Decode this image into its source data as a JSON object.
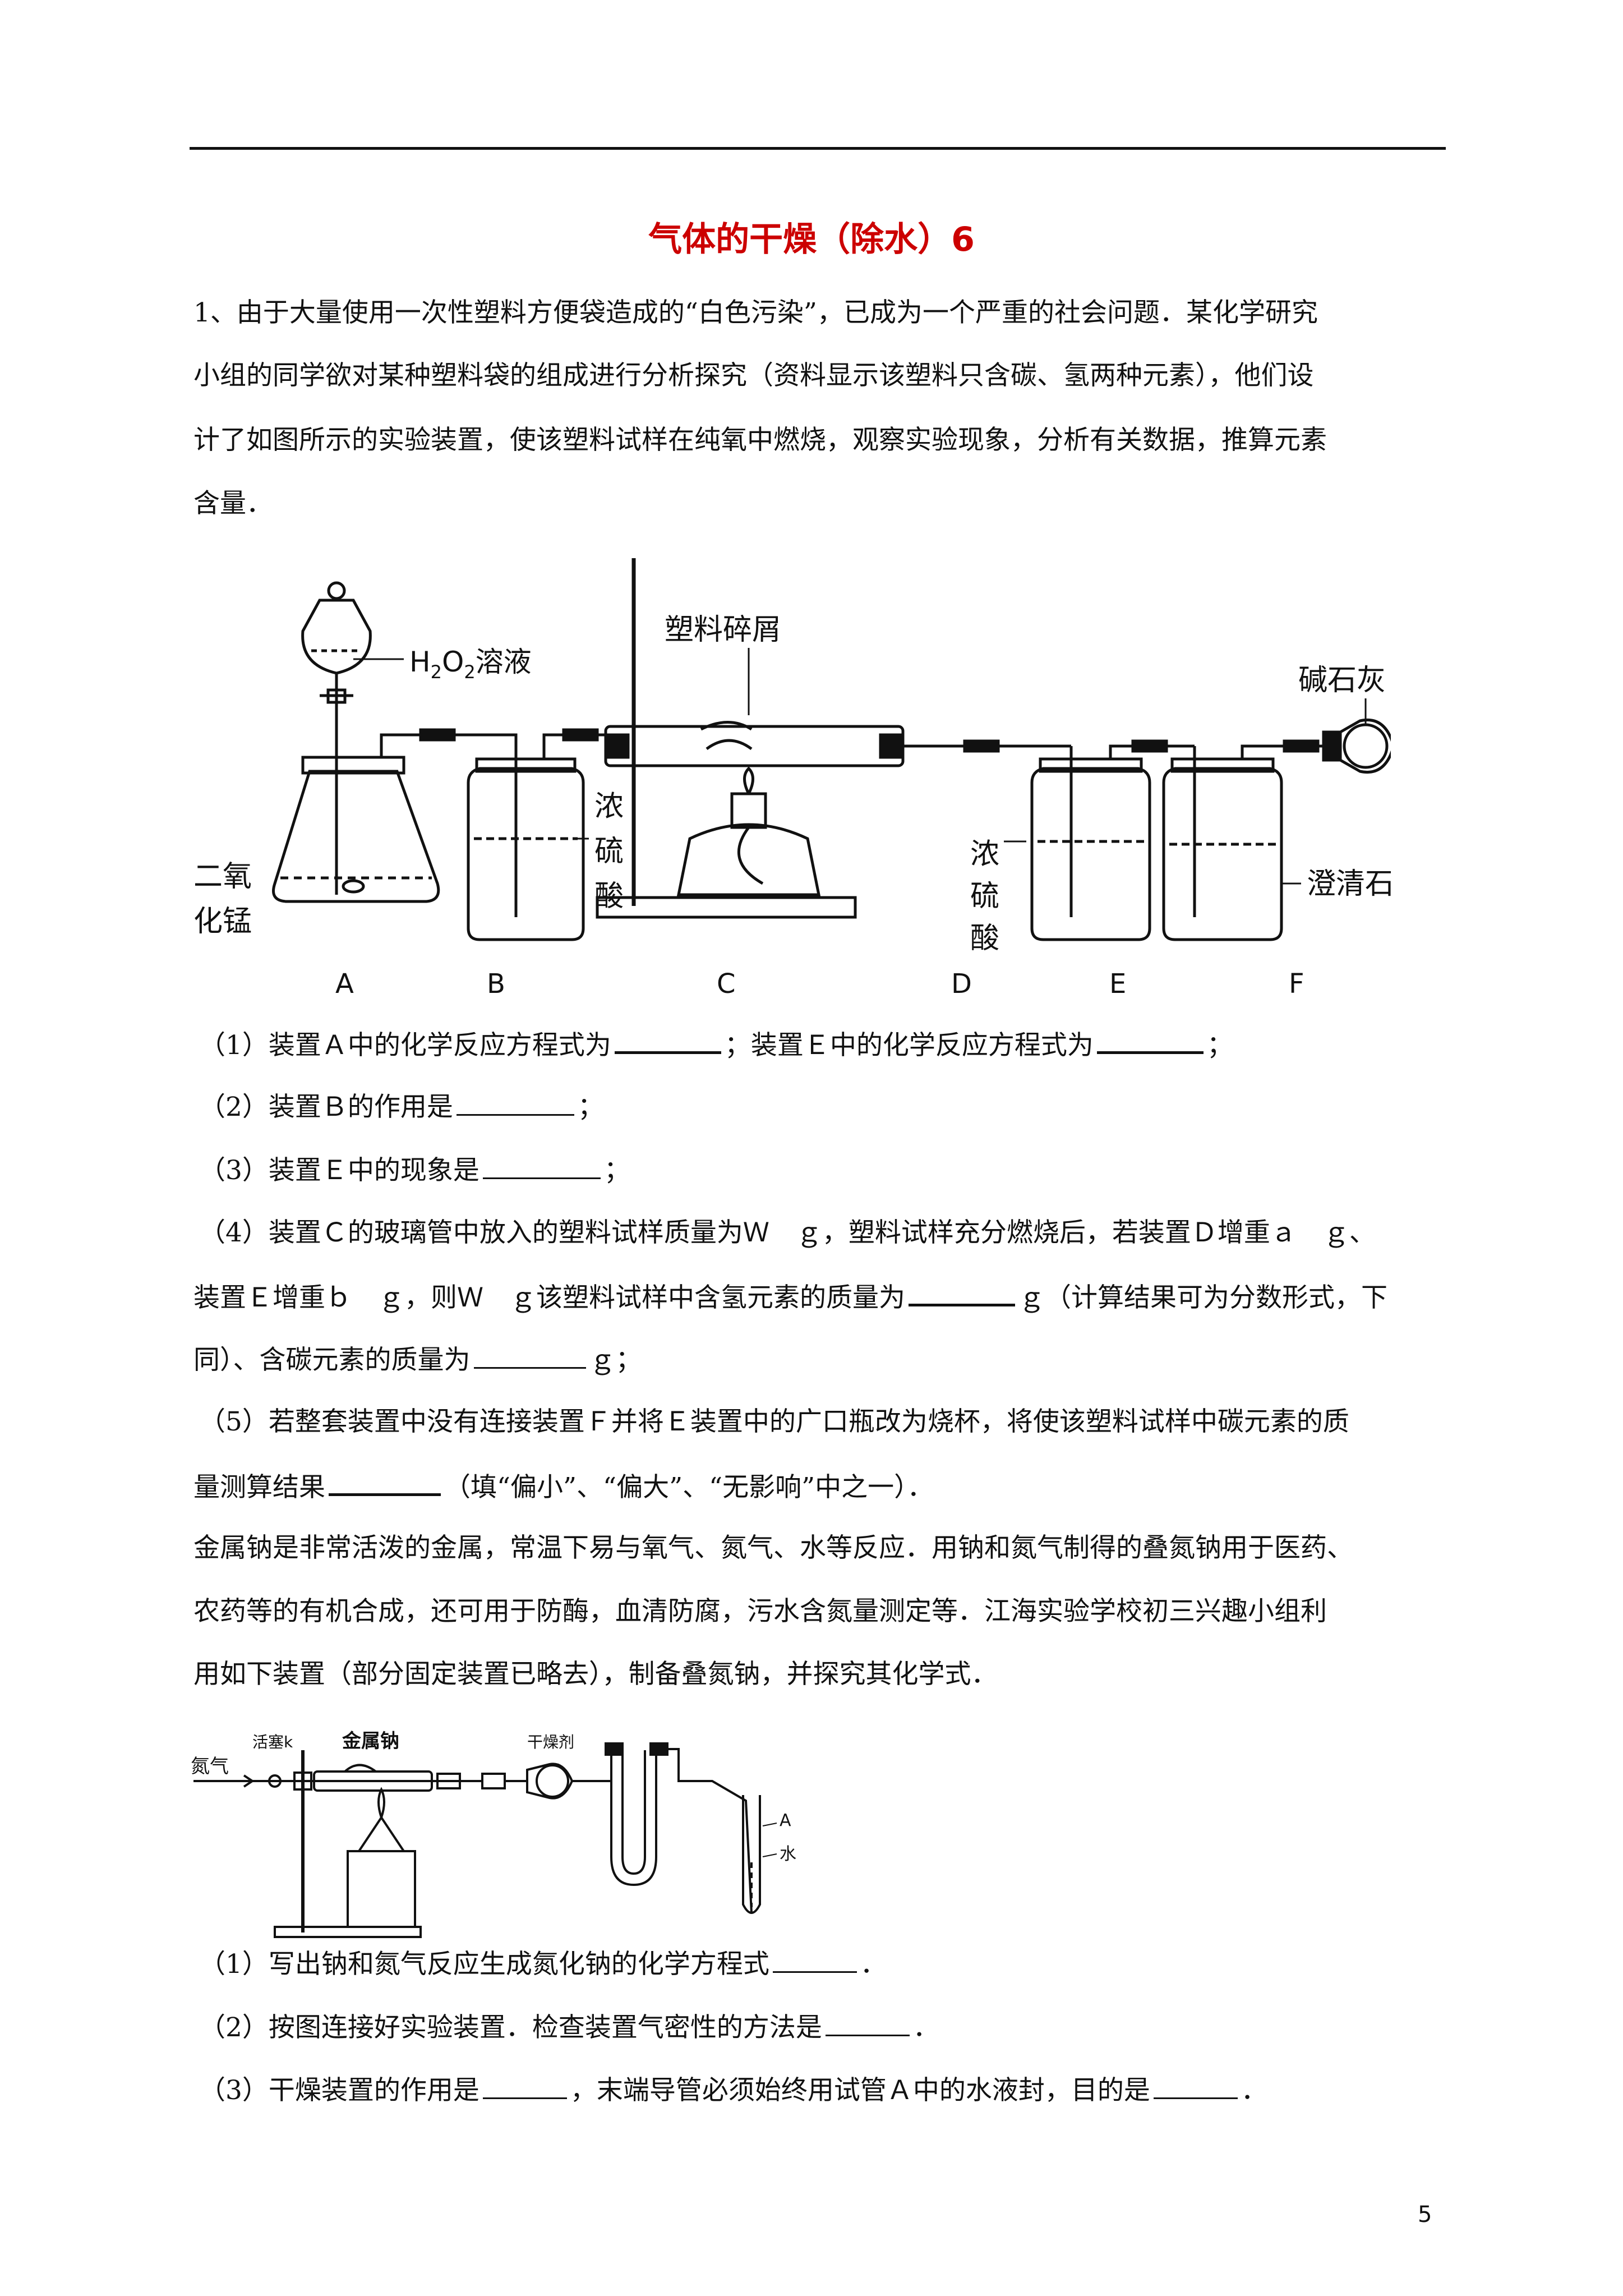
{
  "title": "气体的干燥（除水）6",
  "intro1": [
    "1、由于大量使用一次性塑料方便袋造成的“白色污染”，已成为一个严重的社会问题．某化学研究",
    "小组的同学欲对某种塑料袋的组成进行分析探究（资料显示该塑料只含碳、氢两种元素），他们设",
    "计了如图所示的实验装置，使该塑料试样在纯氧中燃烧，观察实验现象，分析有关数据，推算元素",
    "含量．"
  ],
  "fig1": {
    "h2o2_label_pre": "H",
    "h2o2_sub1": "2",
    "h2o2_mid": "O",
    "h2o2_sub2": "2",
    "h2o2_post": "溶液",
    "plastic": "塑料碎屑",
    "soda_lime": "碱石灰",
    "mno2_line1": "二氧",
    "mno2_line2": "化锰",
    "acid_b": [
      "浓",
      "硫",
      "酸"
    ],
    "acid_d": [
      "浓",
      "硫",
      "酸"
    ],
    "limewater": "澄清石灰水",
    "letters": [
      "A",
      "B",
      "C",
      "D",
      "E",
      "F"
    ]
  },
  "q1": {
    "p1a": "（1）装置Ａ中的化学反应方程式为",
    "p1b": "；装置Ｅ中的化学反应方程式为",
    "p1c": "；",
    "p2a": "（2）装置Ｂ的作用是",
    "p2b": "；",
    "p3a": "（3）装置Ｅ中的现象是",
    "p3b": "；",
    "p4": "（4）装置Ｃ的玻璃管中放入的塑料试样质量为Ｗ　ｇ，塑料试样充分燃烧后，若装置Ｄ增重ａ　ｇ、",
    "p5a": "装置Ｅ增重ｂ　ｇ，则Ｗ　ｇ该塑料试样中含氢元素的质量为",
    "p5b": "ｇ（计算结果可为分数形式，下",
    "p6a": "同）、含碳元素的质量为",
    "p6b": "ｇ；",
    "p7": "（5）若整套装置中没有连接装置Ｆ并将Ｅ装置中的广口瓶改为烧杯，将使该塑料试样中碳元素的质",
    "p8a": "量测算结果",
    "p8b": "（填“偏小”、“偏大”、“无影响”中之一）．"
  },
  "intro2": [
    "金属钠是非常活泼的金属，常温下易与氧气、氮气、水等反应．用钠和氮气制得的叠氮钠用于医药、",
    "农药等的有机合成，还可用于防酶，血清防腐，污水含氮量测定等．江海实验学校初三兴趣小组利",
    "用如下装置（部分固定装置已略去），制备叠氮钠，并探究其化学式．"
  ],
  "fig2": {
    "nitrogen": "氮气",
    "stopcock": "活塞k",
    "sodium": "金属钠",
    "desiccant": "干燥剂",
    "tube_a": "A",
    "water": "水"
  },
  "q2": {
    "p1a": "（1）写出钠和氮气反应生成氮化钠的化学方程式",
    "p1b": "．",
    "p2a": "（2）按图连接好实验装置．检查装置气密性的方法是",
    "p2b": "．",
    "p3a": "（3）干燥装置的作用是",
    "p3b": "，末端导管必须始终用试管Ａ中的水液封，目的是",
    "p3c": "．"
  },
  "page_number": "5"
}
